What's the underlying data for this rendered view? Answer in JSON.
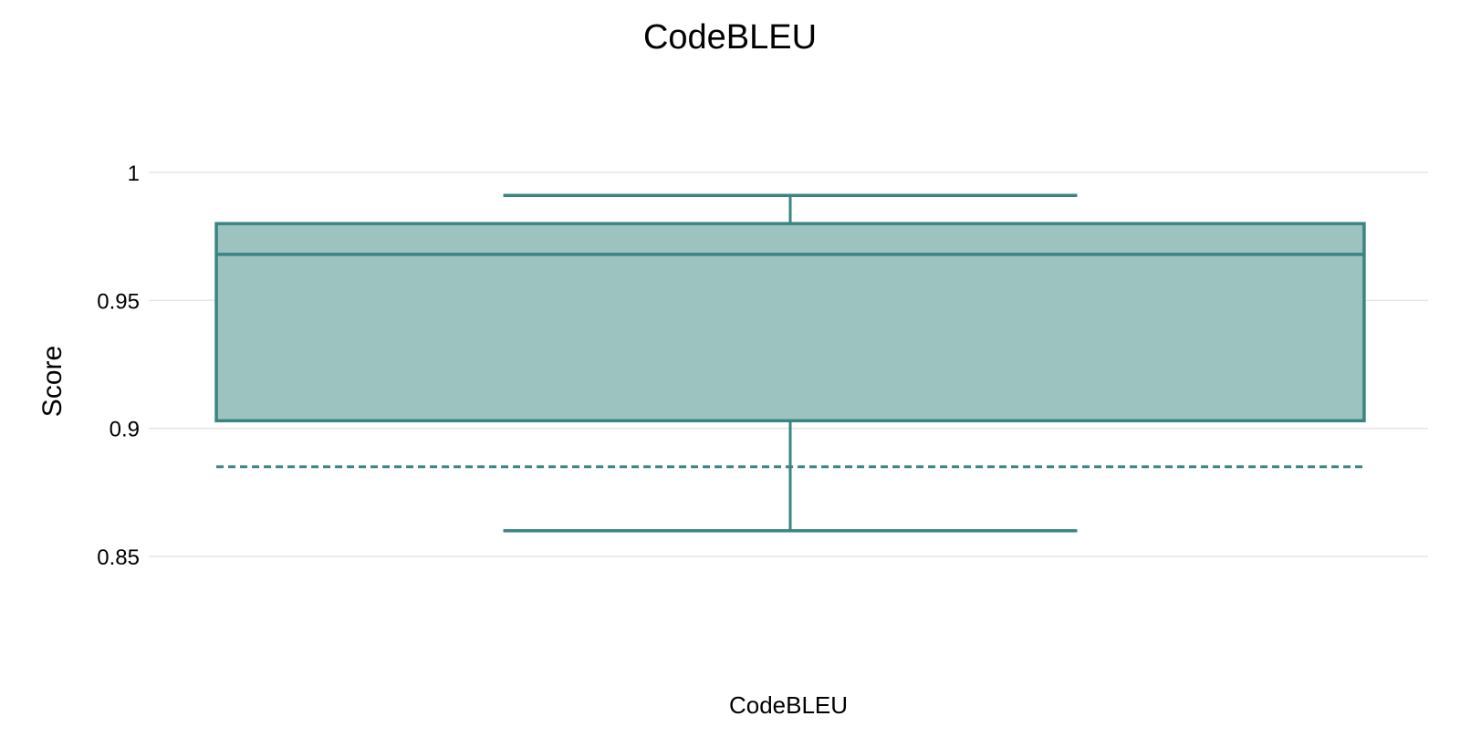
{
  "chart_data": {
    "type": "box",
    "title": "CodeBLEU",
    "xlabel": "",
    "ylabel": "Score",
    "categories": [
      "CodeBLEU"
    ],
    "ylim": [
      0.82,
      1.02
    ],
    "yticks": [
      {
        "value": 0.85,
        "label": "0.85"
      },
      {
        "value": 0.9,
        "label": "0.9"
      },
      {
        "value": 0.95,
        "label": "0.95"
      },
      {
        "value": 1,
        "label": "1"
      }
    ],
    "grid": true,
    "boxes": [
      {
        "category": "CodeBLEU",
        "whisker_low": 0.86,
        "q1": 0.903,
        "median": 0.968,
        "q3": 0.98,
        "whisker_high": 0.991,
        "mean": 0.885
      }
    ],
    "colors": {
      "line": "#3a8582",
      "fill": "#9dc3c1"
    }
  }
}
